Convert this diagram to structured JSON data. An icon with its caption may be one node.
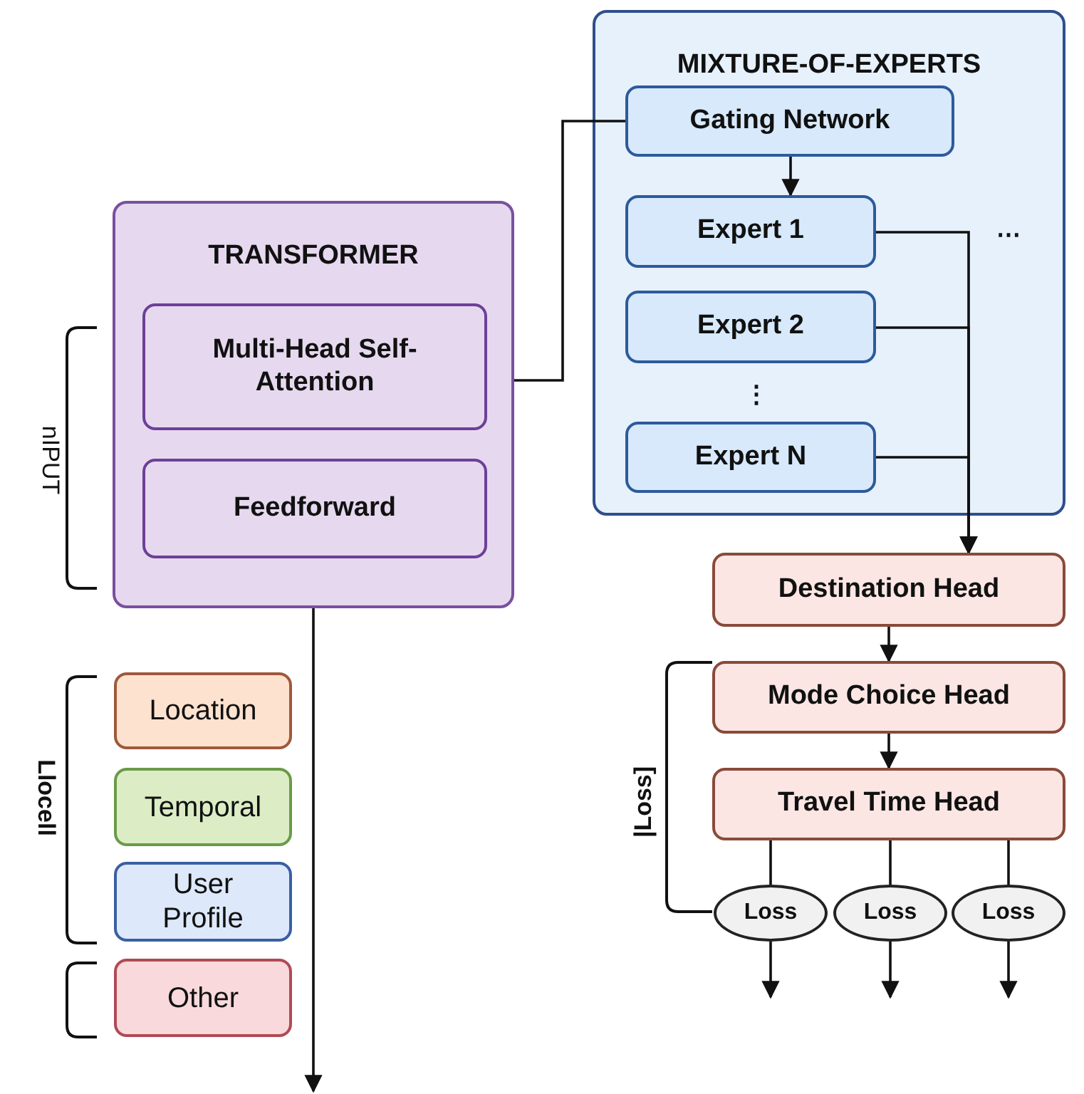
{
  "diagram": {
    "nodes": [
      {
        "text": [
          "TRANSFORMER"
        ]
      },
      {
        "text": [
          "Multi-Head Self-Attention"
        ],
        "in": 0
      },
      {
        "text": [
          "Feedforward"
        ],
        "in": 0
      },
      {
        "text": [
          "MIXTURE-OF-EXPERTS"
        ]
      },
      {
        "text": [
          "Gating Network"
        ],
        "in": 3
      },
      {
        "text": [
          "Expert 1"
        ],
        "in": 3
      },
      {
        "text": [
          "Expert 2"
        ],
        "in": 3
      },
      {
        "text": [
          "Expert N"
        ],
        "in": 3
      },
      {
        "text": [
          "Destination Head"
        ]
      },
      {
        "text": [
          "Mode Choice Head"
        ]
      },
      {
        "text": [
          "Travel Time Head"
        ]
      },
      {
        "text": [
          "Loss"
        ]
      },
      {
        "text": [
          "Loss"
        ]
      },
      {
        "text": [
          "Loss"
        ]
      },
      {
        "text": [
          "Location"
        ]
      },
      {
        "text": [
          "Temporal"
        ]
      },
      {
        "text": [
          "User Profile"
        ]
      },
      {
        "text": [
          "Other"
        ]
      }
    ],
    "edges": [
      {
        "from": 0,
        "to": 4,
        "arrow": "none"
      },
      {
        "from": 4,
        "to": 5,
        "arrow": "to"
      },
      {
        "from": 5,
        "to": 8,
        "arrow": "to"
      },
      {
        "from": 6,
        "to": 8,
        "arrow": "to"
      },
      {
        "from": 7,
        "to": 8,
        "arrow": "to"
      },
      {
        "from": 8,
        "to": 9,
        "arrow": "to"
      },
      {
        "from": 9,
        "to": 10,
        "arrow": "to"
      },
      {
        "from": 10,
        "to": 11,
        "arrow": "none"
      },
      {
        "from": 10,
        "to": 12,
        "arrow": "none"
      },
      {
        "from": 10,
        "to": 13,
        "arrow": "none"
      },
      {
        "from": 11,
        "to": null,
        "arrow": "to"
      },
      {
        "from": 12,
        "to": null,
        "arrow": "to"
      },
      {
        "from": 13,
        "to": null,
        "arrow": "to"
      },
      {
        "from": 0,
        "to": null,
        "arrow": "to"
      }
    ],
    "labels": [
      "nIPUT",
      "⋯",
      "⋮",
      "Llocell",
      "|Loss]"
    ]
  }
}
